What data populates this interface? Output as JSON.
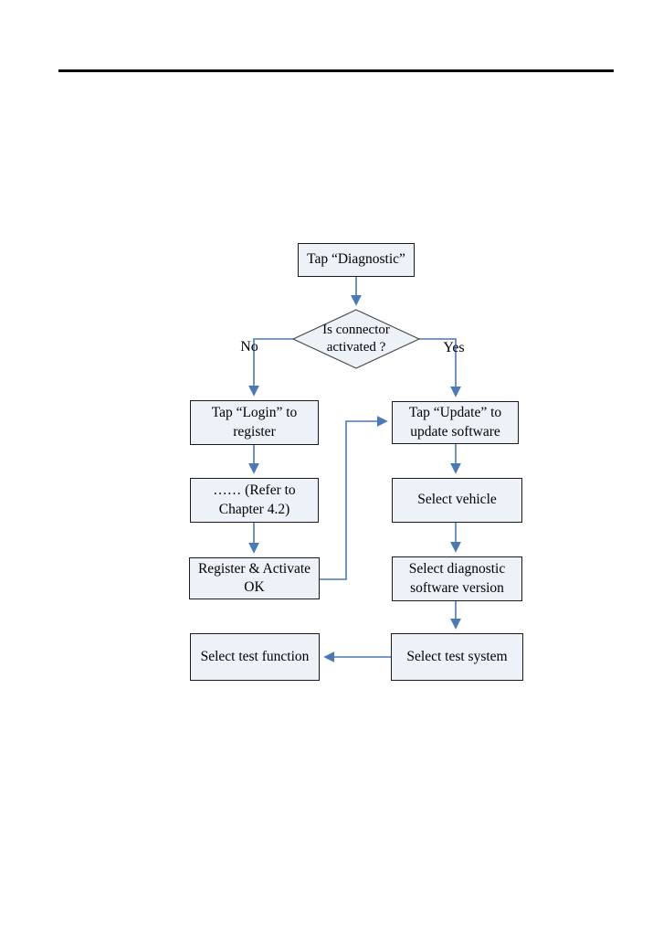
{
  "theme": {
    "accent": "#4a79b8",
    "box-fill": "#edf1f8",
    "box-border": "#1a1a1a",
    "rule": "#000000",
    "text": "#000000",
    "page-bg": "#ffffff"
  },
  "flowchart": {
    "nodes": {
      "start": {
        "label": "Tap “Diagnostic”"
      },
      "decision": {
        "line1": "Is connector",
        "line2": "activated ?"
      },
      "login": {
        "label": "Tap “Login” to register"
      },
      "refer": {
        "label": "…… (Refer to Chapter 4.2)"
      },
      "register": {
        "label": "Register & Activate OK"
      },
      "test_function": {
        "label": "Select test function"
      },
      "update": {
        "label": "Tap “Update” to update software"
      },
      "vehicle": {
        "label": "Select vehicle"
      },
      "software_version": {
        "label": "Select diagnostic software version"
      },
      "test_system": {
        "label": "Select test system"
      }
    },
    "edge_labels": {
      "no": "No",
      "yes": "Yes"
    }
  }
}
